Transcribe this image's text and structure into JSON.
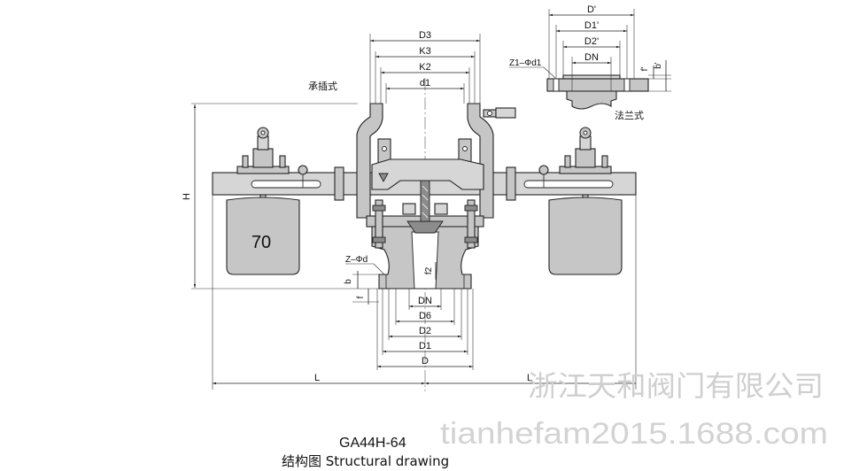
{
  "drawing": {
    "socket_type_label": "承插式",
    "flange_type_label": "法兰式",
    "socket_dims": {
      "D3": "D3",
      "K3": "K3",
      "K2": "K2",
      "d1": "d1"
    },
    "flange_dims": {
      "D_prime": "D'",
      "D1_prime": "D1'",
      "D2_prime": "D2'",
      "DN": "DN",
      "bolts": "Z1–Φd1",
      "f_prime": "f'",
      "b_prime": "b'"
    },
    "body_dims": {
      "H": "H",
      "bolts": "Z–Φd",
      "b": "b",
      "f": "f",
      "f2": "f2",
      "DN": "DN",
      "D6": "D6",
      "D2": "D2",
      "D1": "D1",
      "D": "D",
      "L_left": "L",
      "L_right": "L"
    },
    "counterweight_label": "70"
  },
  "watermark": {
    "company": "浙江天和阀门有限公司",
    "website": "tianhefam2015.1688.com"
  },
  "caption": {
    "model": "GA44H-64",
    "title": "结构图 Structural drawing"
  },
  "colors": {
    "line": "#222222",
    "part_fill": "#c6c6c6",
    "watermark": "#cfcfcf"
  }
}
